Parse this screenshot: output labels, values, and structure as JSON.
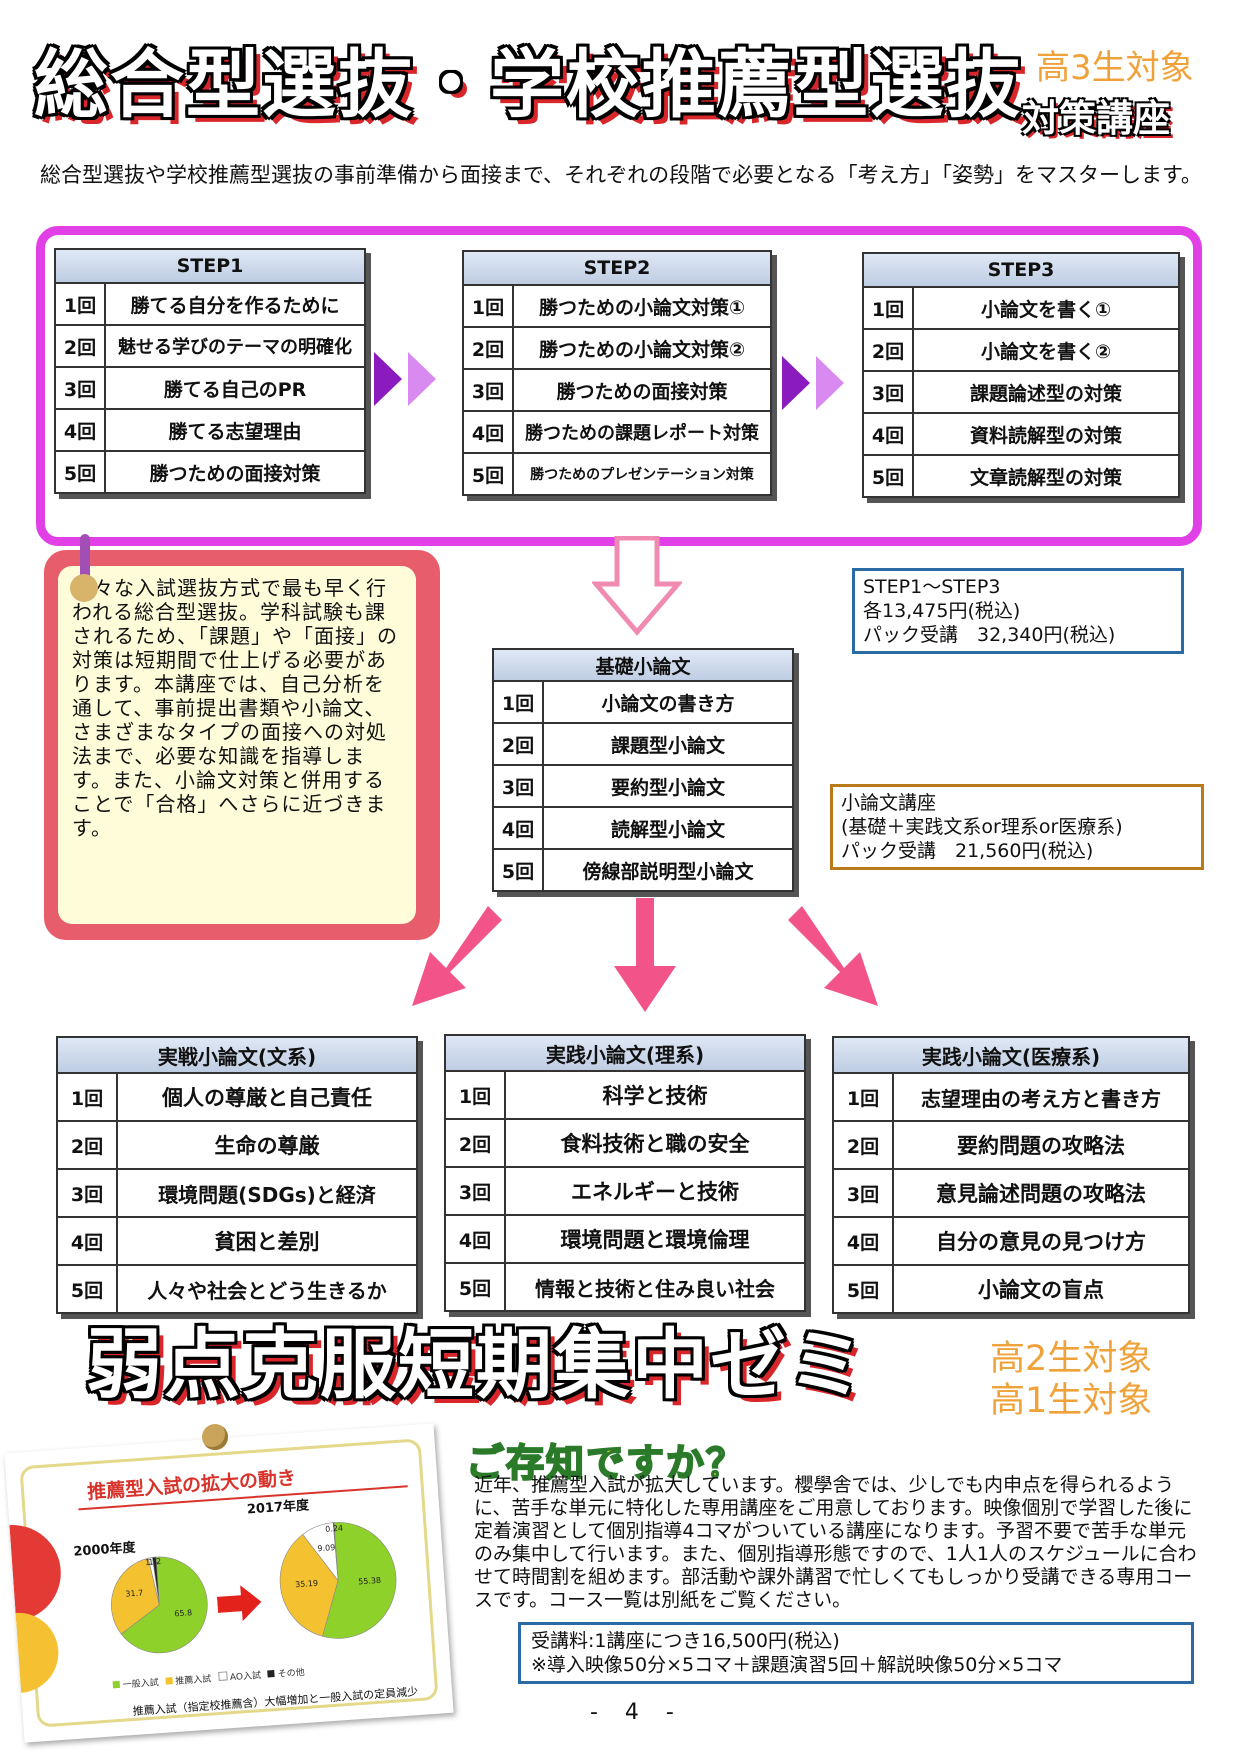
{
  "header": {
    "title": "総合型選抜・学校推薦型選抜",
    "target": "高3生対象",
    "subtitle": "対策講座"
  },
  "intro": "総合型選抜や学校推薦型選抜の事前準備から面接まで、それぞれの段階で必要となる「考え方」「姿勢」をマスターします。",
  "step1": {
    "header": "STEP1",
    "rows": [
      {
        "n": "1回",
        "t": "勝てる自分を作るために"
      },
      {
        "n": "2回",
        "t": "魅せる学びのテーマの明確化"
      },
      {
        "n": "3回",
        "t": "勝てる自己のPR"
      },
      {
        "n": "4回",
        "t": "勝てる志望理由"
      },
      {
        "n": "5回",
        "t": "勝つための面接対策"
      }
    ]
  },
  "step2": {
    "header": "STEP2",
    "rows": [
      {
        "n": "1回",
        "t": "勝つための小論文対策①"
      },
      {
        "n": "2回",
        "t": "勝つための小論文対策②"
      },
      {
        "n": "3回",
        "t": "勝つための面接対策"
      },
      {
        "n": "4回",
        "t": "勝つための課題レポート対策"
      },
      {
        "n": "5回",
        "t": "勝つためのプレゼンテーション対策"
      }
    ]
  },
  "step3": {
    "header": "STEP3",
    "rows": [
      {
        "n": "1回",
        "t": "小論文を書く①"
      },
      {
        "n": "2回",
        "t": "小論文を書く②"
      },
      {
        "n": "3回",
        "t": "課題論述型の対策"
      },
      {
        "n": "4回",
        "t": "資料読解型の対策"
      },
      {
        "n": "5回",
        "t": "文章読解型の対策"
      }
    ]
  },
  "memo": "様々な入試選抜方式で最も早く行われる総合型選抜。学科試験も課されるため、「課題」や「面接」の対策は短期間で仕上げる必要があります。本講座では、自己分析を通して、事前提出書類や小論文、さまざまなタイプの面接への対処法まで、必要な知識を指導します。また、小論文対策と併用することで「合格」へさらに近づきます。",
  "price_step": {
    "l1": "STEP1～STEP3",
    "l2": "各13,475円(税込)",
    "l3": "パック受講　32,340円(税込)"
  },
  "price_ron": {
    "l1": "小論文講座",
    "l2": "(基礎＋実践文系or理系or医療系)",
    "l3": "パック受講　21,560円(税込)"
  },
  "kiso": {
    "header": "基礎小論文",
    "rows": [
      {
        "n": "1回",
        "t": "小論文の書き方"
      },
      {
        "n": "2回",
        "t": "課題型小論文"
      },
      {
        "n": "3回",
        "t": "要約型小論文"
      },
      {
        "n": "4回",
        "t": "読解型小論文"
      },
      {
        "n": "5回",
        "t": "傍線部説明型小論文"
      }
    ]
  },
  "bunkei": {
    "header": "実戦小論文(文系)",
    "rows": [
      {
        "n": "1回",
        "t": "個人の尊厳と自己責任"
      },
      {
        "n": "2回",
        "t": "生命の尊厳"
      },
      {
        "n": "3回",
        "t": "環境問題(SDGs)と経済"
      },
      {
        "n": "4回",
        "t": "貧困と差別"
      },
      {
        "n": "5回",
        "t": "人々や社会とどう生きるか"
      }
    ]
  },
  "rikei": {
    "header": "実践小論文(理系)",
    "rows": [
      {
        "n": "1回",
        "t": "科学と技術"
      },
      {
        "n": "2回",
        "t": "食料技術と職の安全"
      },
      {
        "n": "3回",
        "t": "エネルギーと技術"
      },
      {
        "n": "4回",
        "t": "環境問題と環境倫理"
      },
      {
        "n": "5回",
        "t": "情報と技術と住み良い社会"
      }
    ]
  },
  "iryo": {
    "header": "実践小論文(医療系)",
    "rows": [
      {
        "n": "1回",
        "t": "志望理由の考え方と書き方"
      },
      {
        "n": "2回",
        "t": "要約問題の攻略法"
      },
      {
        "n": "3回",
        "t": "意見論述問題の攻略法"
      },
      {
        "n": "4回",
        "t": "自分の意見の見つけ方"
      },
      {
        "n": "5回",
        "t": "小論文の盲点"
      }
    ]
  },
  "zemi": {
    "title": "弱点克服短期集中ゼミ",
    "target1": "高2生対象",
    "target2": "高1生対象",
    "question": "ご存知ですか？",
    "desc": "近年、推薦型入試が拡大しています。櫻學舎では、少しでも内申点を得られるように、苦手な単元に特化した専用講座をご用意しております。映像個別で学習した後に定着演習として個別指導4コマがついている講座になります。予習不要で苦手な単元のみ集中して行います。また、個別指導形態ですので、1人1人のスケジュールに合わせて時間割を組めます。部活動や課外講習で忙しくてもしっかり受講できる専用コースです。コース一覧は別紙をご覧ください。",
    "fee1": "受講料:1講座につき16,500円(税込)",
    "fee2": "※導入映像50分×5コマ＋課題演習5回＋解説映像50分×5コマ"
  },
  "chart": {
    "title": "推薦型入試の拡大の動き",
    "footer": "推薦入試（指定校推薦含）大幅増加と一般入試の定員減少",
    "legend": [
      "一般入試",
      "推薦入試",
      "AO入試",
      "その他"
    ],
    "colors": {
      "ippan": "#8fd12b",
      "suisen": "#f4c230",
      "ao": "#ffffff",
      "other": "#222222"
    }
  },
  "chart_data": [
    {
      "type": "pie",
      "title": "2000年度",
      "categories": [
        "一般入試",
        "推薦入試",
        "AO入試",
        "その他"
      ],
      "values": [
        65.8,
        31.7,
        1.4,
        1.2
      ]
    },
    {
      "type": "pie",
      "title": "2017年度",
      "categories": [
        "一般入試",
        "推薦入試",
        "AO入試",
        "その他"
      ],
      "values": [
        55.38,
        35.19,
        9.09,
        0.24
      ]
    }
  ],
  "page_number": "- 4 -"
}
